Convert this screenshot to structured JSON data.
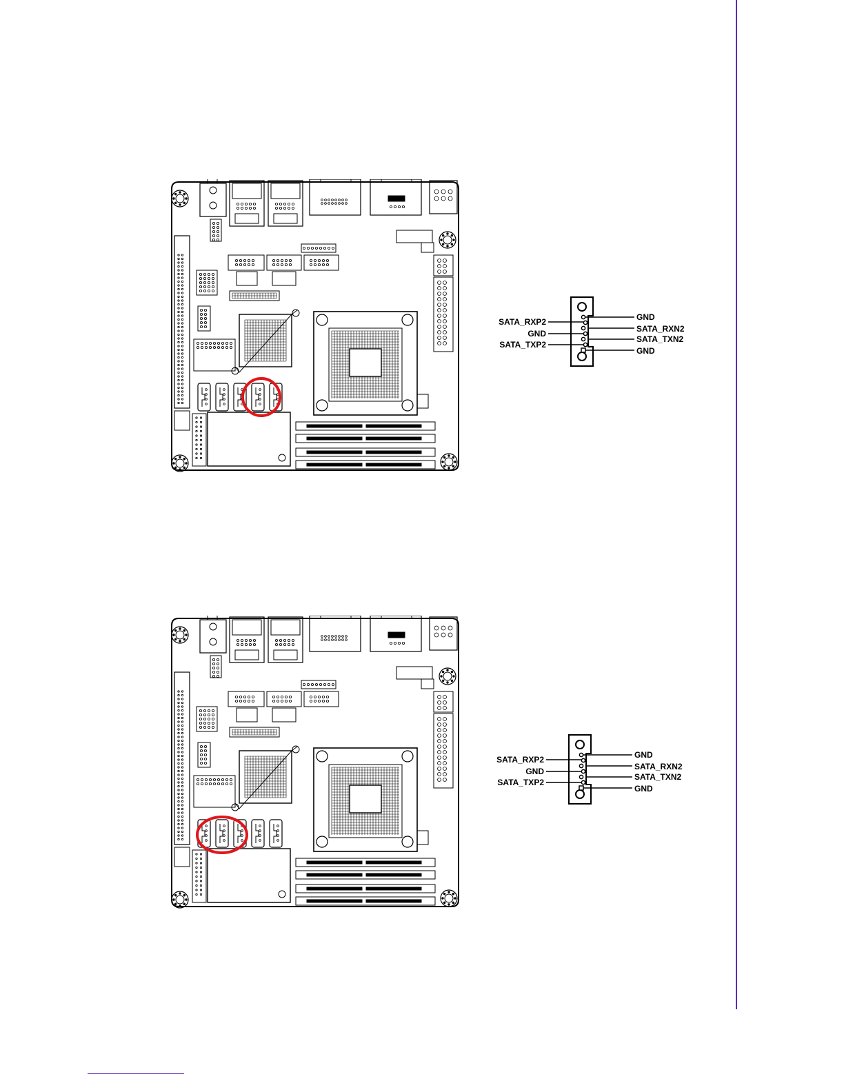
{
  "colors": {
    "accent": "#5b2bb5",
    "highlight": "#e0161b",
    "ink": "#000000"
  },
  "figures": [
    {
      "highlight": "sata-ports-right-pair",
      "pinout": {
        "left_labels": [
          "SATA_RXP2",
          "GND",
          "SATA_TXP2"
        ],
        "right_labels": [
          "GND",
          "SATA_RXN2",
          "SATA_TXN2",
          "GND"
        ]
      }
    },
    {
      "highlight": "sata-ports-left-group",
      "pinout": {
        "left_labels": [
          "SATA_RXP2",
          "GND",
          "SATA_TXP2"
        ],
        "right_labels": [
          "GND",
          "SATA_RXN2",
          "SATA_TXN2",
          "GND"
        ]
      }
    }
  ]
}
